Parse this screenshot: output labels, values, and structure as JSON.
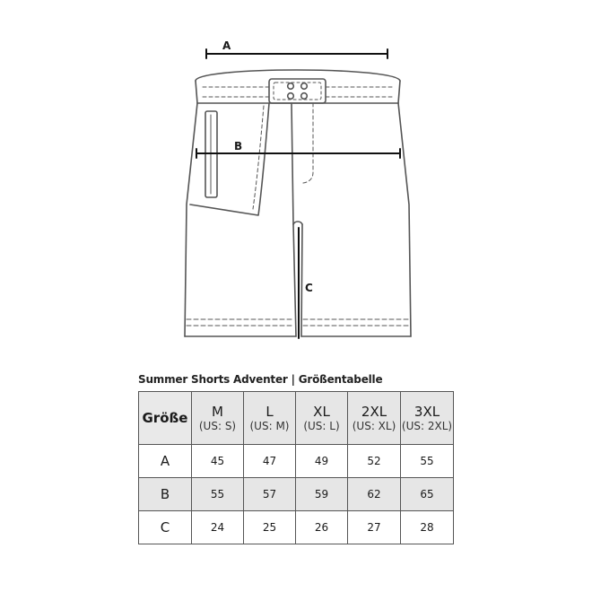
{
  "diagram": {
    "labels": {
      "a": "A",
      "b": "B",
      "c": "C"
    }
  },
  "table": {
    "title": "Summer Shorts Adventer  |  Größentabelle",
    "corner_label": "Größe",
    "columns": [
      {
        "size": "M",
        "us": "(US: S)"
      },
      {
        "size": "L",
        "us": "(US: M)"
      },
      {
        "size": "XL",
        "us": "(US: L)"
      },
      {
        "size": "2XL",
        "us": "(US: XL)"
      },
      {
        "size": "3XL",
        "us": "(US: 2XL)"
      }
    ],
    "rows": [
      {
        "label": "A",
        "values": [
          "45",
          "47",
          "49",
          "52",
          "55"
        ]
      },
      {
        "label": "B",
        "values": [
          "55",
          "57",
          "59",
          "62",
          "65"
        ]
      },
      {
        "label": "C",
        "values": [
          "24",
          "25",
          "26",
          "27",
          "28"
        ]
      }
    ]
  },
  "colors": {
    "outline": "#555555",
    "header_fill": "#e6e6e6",
    "shaded_row": "#e6e6e6"
  }
}
